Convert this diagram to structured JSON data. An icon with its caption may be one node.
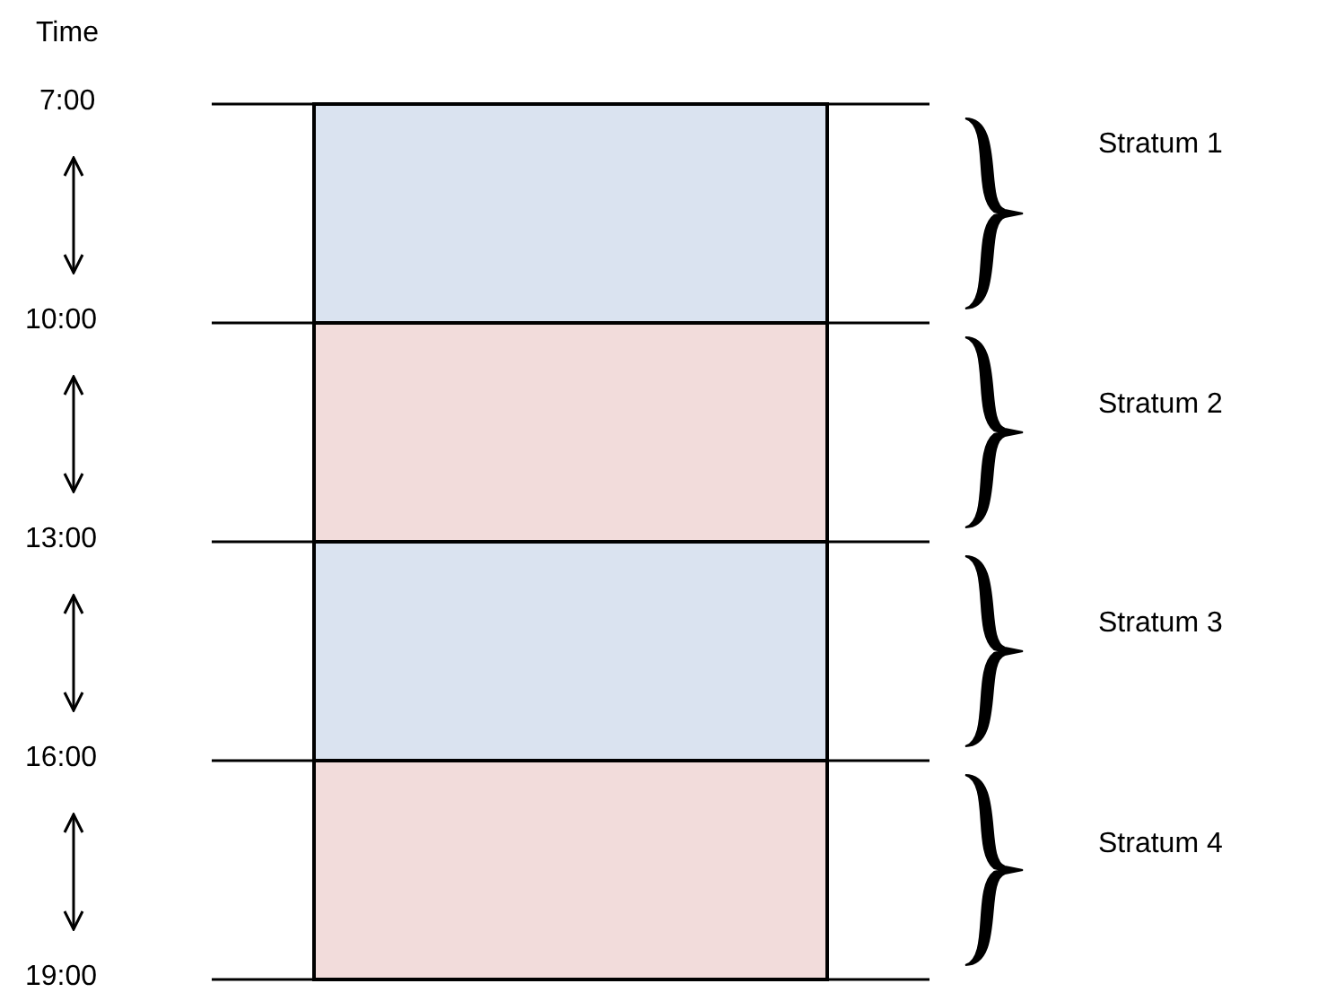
{
  "diagram": {
    "nodes": [
      {
        "text": [],
        "shape": "box"
      },
      {
        "text": [],
        "shape": "box"
      },
      {
        "text": [],
        "shape": "box"
      },
      {
        "text": [],
        "shape": "box"
      },
      {
        "text": [],
        "shape": "bracket"
      },
      {
        "text": [],
        "shape": "bracket"
      },
      {
        "text": [],
        "shape": "bracket"
      },
      {
        "text": [],
        "shape": "bracket"
      }
    ],
    "labels": [
      "Time",
      "7:00",
      "Stratum 1",
      "10:00",
      "Stratum 2",
      "13:00",
      "Stratum 3",
      "16:00",
      "Stratum 4",
      "19:00"
    ]
  }
}
